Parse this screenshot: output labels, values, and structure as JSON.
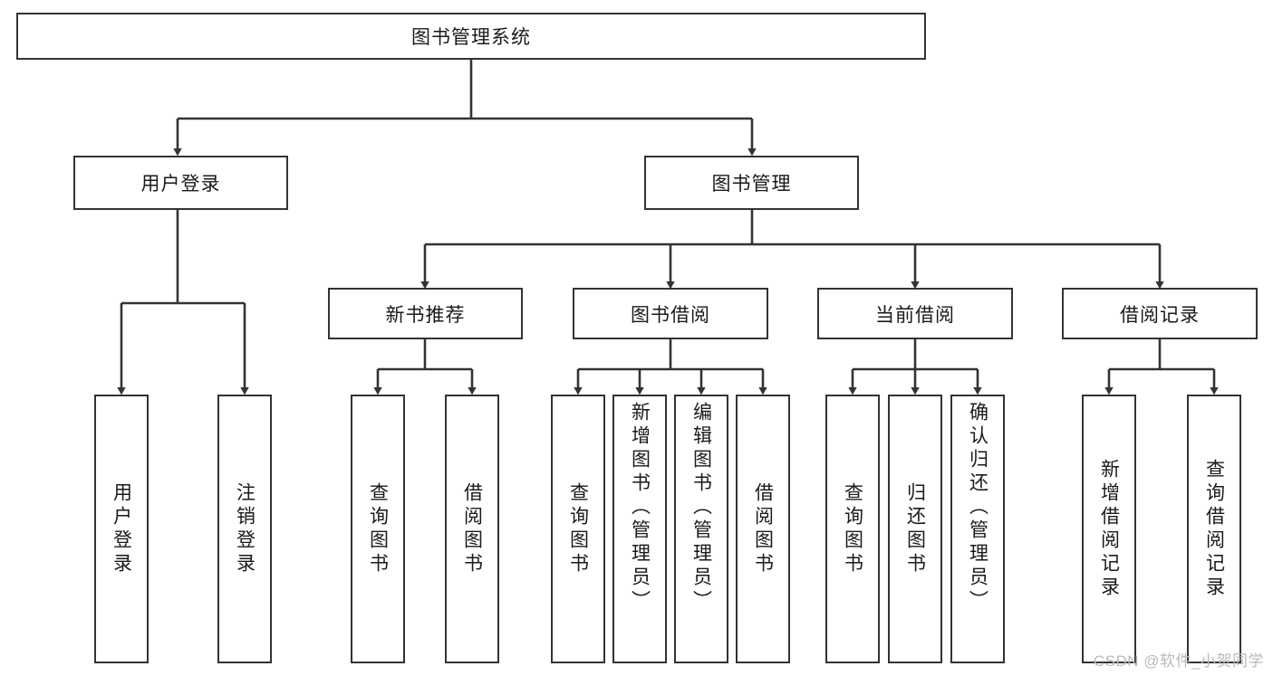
{
  "diagram": {
    "title": "图书管理系统",
    "watermark": "CSDN @软件_小贺同学",
    "colors": {
      "border": "#333333",
      "background": "#ffffff",
      "text": "#1a1a1a",
      "watermark": "#b9b9b9"
    },
    "levels": {
      "root": {
        "label": "图书管理系统"
      },
      "level2": [
        {
          "label": "用户登录"
        },
        {
          "label": "图书管理"
        }
      ],
      "level3": [
        {
          "label": "新书推荐"
        },
        {
          "label": "图书借阅"
        },
        {
          "label": "当前借阅"
        },
        {
          "label": "借阅记录"
        }
      ],
      "leaves": [
        {
          "label": "用户登录",
          "parent": "用户登录",
          "align": "center"
        },
        {
          "label": "注销登录",
          "parent": "用户登录",
          "align": "center"
        },
        {
          "label": "查询图书",
          "parent": "新书推荐",
          "align": "center"
        },
        {
          "label": "借阅图书",
          "parent": "新书推荐",
          "align": "center"
        },
        {
          "label": "查询图书",
          "parent": "图书借阅",
          "align": "center"
        },
        {
          "label": "新增图书（管理员）",
          "parent": "图书借阅",
          "align": "top"
        },
        {
          "label": "编辑图书（管理员）",
          "parent": "图书借阅",
          "align": "top"
        },
        {
          "label": "借阅图书",
          "parent": "图书借阅",
          "align": "center"
        },
        {
          "label": "查询图书",
          "parent": "当前借阅",
          "align": "center"
        },
        {
          "label": "归还图书",
          "parent": "当前借阅",
          "align": "center"
        },
        {
          "label": "确认归还（管理员）",
          "parent": "当前借阅",
          "align": "top"
        },
        {
          "label": "新增借阅记录",
          "parent": "借阅记录",
          "align": "center"
        },
        {
          "label": "查询借阅记录",
          "parent": "借阅记录",
          "align": "center"
        }
      ]
    }
  }
}
